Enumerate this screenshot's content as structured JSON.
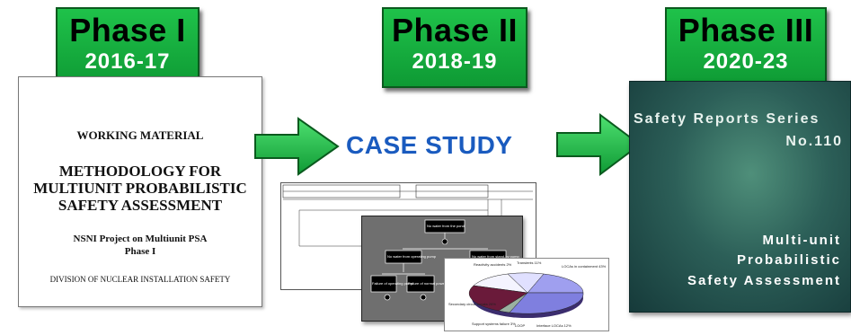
{
  "phases": [
    {
      "title": "Phase I",
      "years": "2016-17"
    },
    {
      "title": "Phase II",
      "years": "2018-19"
    },
    {
      "title": "Phase III",
      "years": "2020-23"
    }
  ],
  "doc1": {
    "working_material": "WORKING MATERIAL",
    "title_line1": "METHODOLOGY FOR",
    "title_line2": "MULTIUNIT PROBABILISTIC",
    "title_line3": "SAFETY ASSESSMENT",
    "project_line1": "NSNI Project on Multiunit PSA",
    "project_line2": "Phase I",
    "division": "DIVISION OF NUCLEAR INSTALLATION SAFETY"
  },
  "case_study": "CASE STUDY",
  "collage": {
    "tree_top": "No water from the pond",
    "tree_mid_left": "No water from operating pump",
    "tree_mid_right": "No water from stand-by pump",
    "tree_low_left": "Failure of operating pump",
    "tree_low_right": "Failure of normal power supply",
    "pie_labels": [
      "Reactivity accidents 2%",
      "Transients 11%",
      "LOCAs in containment 43%",
      "Secondary circuit breaks 26%",
      "Support systems failure 3%",
      "LOOP",
      "Interface LOCAs 12%"
    ]
  },
  "book": {
    "series": "Safety Reports Series",
    "number": "No.110",
    "title_line1": "Multi-unit",
    "title_line2": "Probabilistic",
    "title_line3": "Safety Assessment"
  },
  "colors": {
    "phase_green": "#14b03d",
    "case_blue": "#1a5bbf",
    "book_teal": "#2c5f58"
  }
}
